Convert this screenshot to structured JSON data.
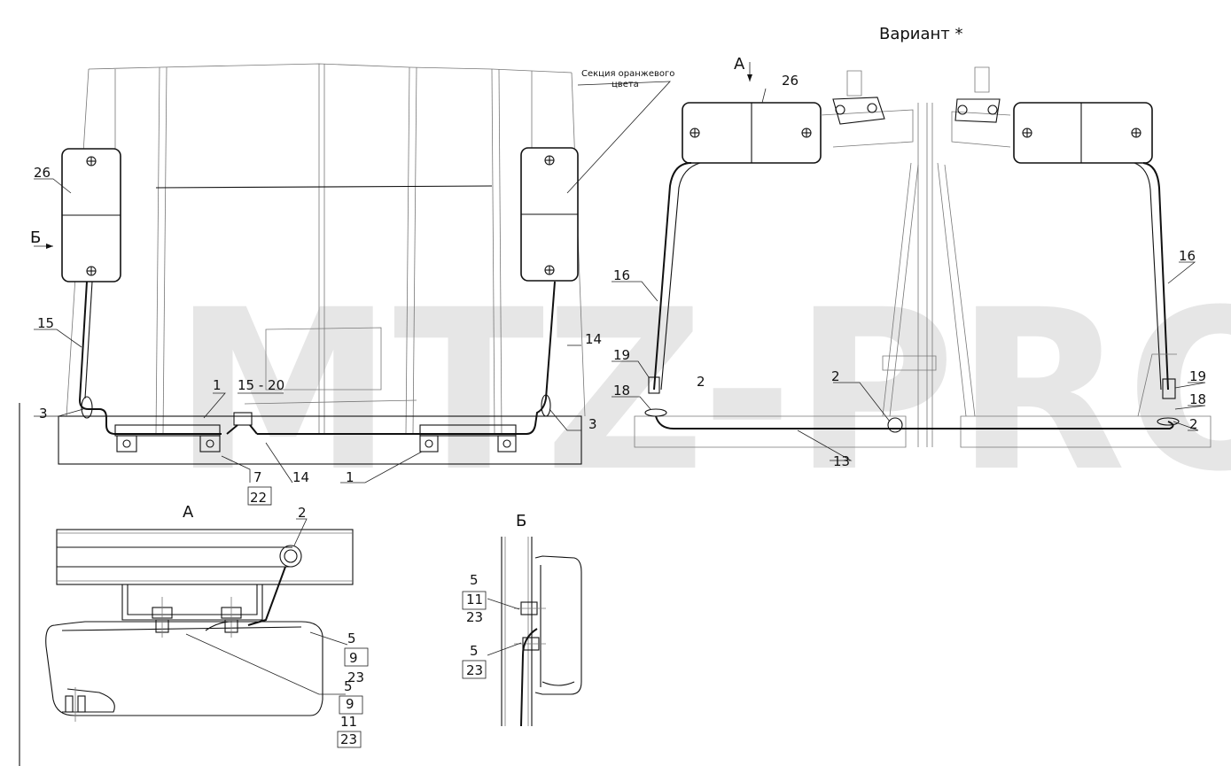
{
  "watermark": "MTZ-PRO",
  "title_variant": "Вариант *",
  "section_note": [
    "Секция оранжевого",
    "цвета"
  ],
  "view_markers": {
    "A": "А",
    "B": "Б"
  },
  "views": {
    "A": "А",
    "B": "Б"
  },
  "callouts": {
    "c26_left": "26",
    "c26_right": "26",
    "c15": "15",
    "c15_20": "15 - 20",
    "c1_top": "1",
    "c1_bottom": "1",
    "c3_left": "3",
    "c3_right": "3",
    "c14_right": "14",
    "c14_bottom": "14",
    "c7": "7",
    "c22": "22",
    "c16_left": "16",
    "c16_right": "16",
    "c19_left": "19",
    "c18_left": "18",
    "c2_mid1": "2",
    "c2_mid2": "2",
    "c19_right": "19",
    "c18_right": "18",
    "c2_right": "2",
    "c13": "13",
    "a_c2": "2",
    "a_c5a": "5",
    "a_c9a": "9",
    "a_c23a": "23",
    "a_c5b": "5",
    "a_c9b": "9",
    "a_c11b": "11",
    "a_c23b": "23",
    "b_c5a": "5",
    "b_c11a": "11",
    "b_c23a": "23",
    "b_c5b": "5",
    "b_c23b": "23"
  }
}
